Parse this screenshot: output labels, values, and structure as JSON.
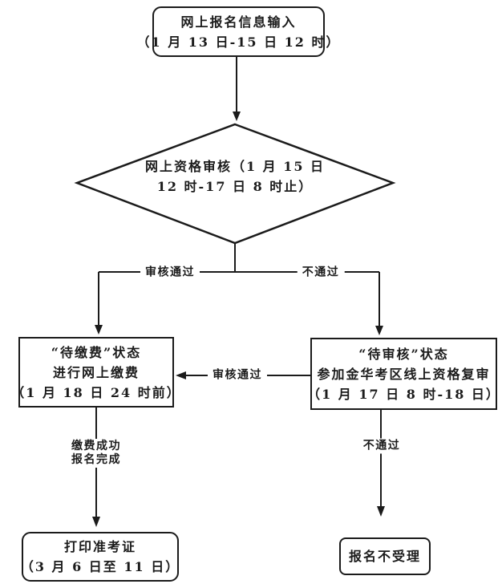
{
  "colors": {
    "ink": "#1b1b1b",
    "background": "#ffffff"
  },
  "nodes": {
    "start": {
      "shape": "rounded-rect",
      "lines": [
        "网上报名信息输入",
        "（1 月 13 日-15 日 12 时）"
      ]
    },
    "review": {
      "shape": "diamond",
      "lines": [
        "网上资格审核（1 月 15 日",
        "12 时-17 日 8 时止）"
      ]
    },
    "pay": {
      "shape": "rect",
      "lines": [
        "“待缴费”状态",
        "进行网上缴费",
        "（1 月 18 日 24 时前）"
      ]
    },
    "recheck": {
      "shape": "rect",
      "lines": [
        "“待审核”状态",
        "参加金华考区线上资格复审",
        "（1 月 17 日 8 时-18 日）"
      ]
    },
    "print": {
      "shape": "rounded-rect",
      "lines": [
        "打印准考证",
        "（3 月 6 日至 11 日）"
      ]
    },
    "reject": {
      "shape": "rounded-rect",
      "lines": [
        "报名不受理"
      ]
    }
  },
  "edge_labels": {
    "approved": "审核通过",
    "not_passed": "不通过",
    "recheck_approved": "审核通过",
    "pay_done": [
      "缴费成功",
      "报名完成"
    ],
    "recheck_failed": "不通过"
  }
}
